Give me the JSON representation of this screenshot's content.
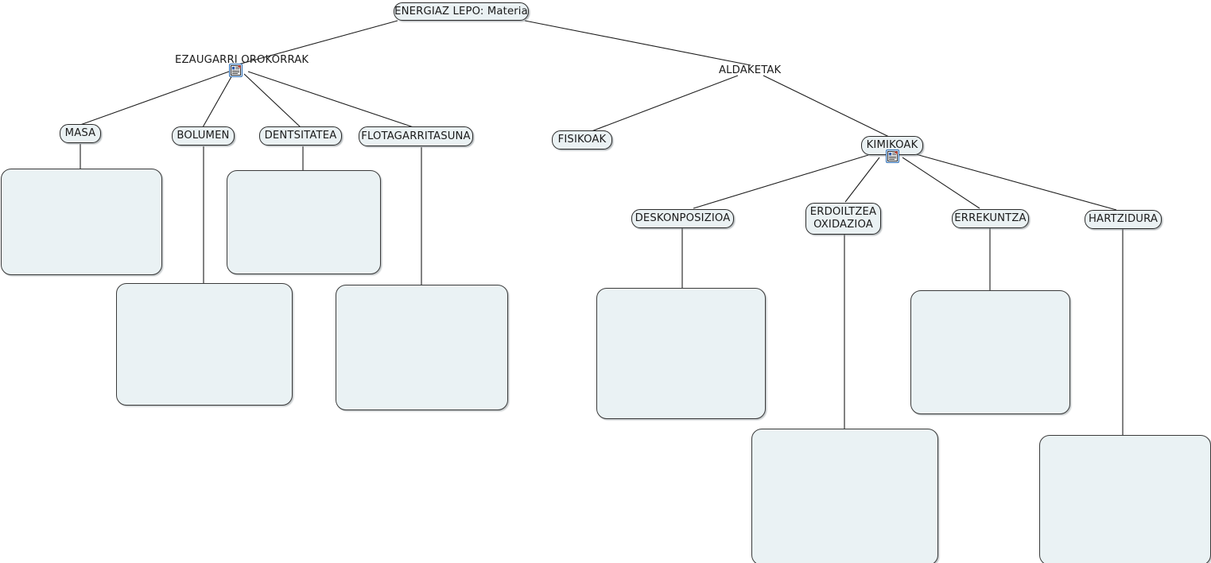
{
  "diagram": {
    "title": "ENERGIAZ LEPO: Materia",
    "type": "concept-map",
    "language": "eu",
    "background_color": "#ffffff",
    "node_fill": "#eaf1f3",
    "node_border": "#2b2b2b",
    "content_box_fill": "#eaf2f4",
    "content_box_border": "#3a3a3a",
    "text_color": "#1a1a1a"
  },
  "nodes": {
    "root": {
      "label": "ENERGIAZ LEPO: Materia"
    },
    "ezaugarri": {
      "label": "EZAUGARRI OROKORRAK"
    },
    "aldaketak": {
      "label": "ALDAKETAK"
    },
    "masa": {
      "label": "MASA"
    },
    "bolumen": {
      "label": "BOLUMEN"
    },
    "dentsitatea": {
      "label": "DENTSITATEA"
    },
    "flotagarritasuna": {
      "label": "FLOTAGARRITASUNA"
    },
    "fisikoak": {
      "label": "FISIKOAK"
    },
    "kimikoak": {
      "label": "KIMIKOAK"
    },
    "deskonposizioa": {
      "label": "DESKONPOSIZIOA"
    },
    "erdoiltzea": {
      "label": "ERDOILTZEA\nOXIDAZIOA"
    },
    "errekuntza": {
      "label": "ERREKUNTZA"
    },
    "hartzidura": {
      "label": "HARTZIDURA"
    }
  },
  "icons": {
    "ezaugarri_note": "note-document-icon",
    "kimikoak_note": "note-document-icon"
  },
  "content_boxes": [
    {
      "id": "box-masa",
      "parent": "masa",
      "text": ""
    },
    {
      "id": "box-bolumen",
      "parent": "bolumen",
      "text": ""
    },
    {
      "id": "box-dentsitatea",
      "parent": "dentsitatea",
      "text": ""
    },
    {
      "id": "box-flotagarritasuna",
      "parent": "flotagarritasuna",
      "text": ""
    },
    {
      "id": "box-deskonposizioa",
      "parent": "deskonposizioa",
      "text": ""
    },
    {
      "id": "box-erdoiltzea",
      "parent": "erdoiltzea",
      "text": ""
    },
    {
      "id": "box-errekuntza",
      "parent": "errekuntza",
      "text": ""
    },
    {
      "id": "box-hartzidura",
      "parent": "hartzidura",
      "text": ""
    }
  ],
  "edges": [
    {
      "from": "root",
      "to": "ezaugarri"
    },
    {
      "from": "root",
      "to": "aldaketak"
    },
    {
      "from": "ezaugarri",
      "to": "masa"
    },
    {
      "from": "ezaugarri",
      "to": "bolumen"
    },
    {
      "from": "ezaugarri",
      "to": "dentsitatea"
    },
    {
      "from": "ezaugarri",
      "to": "flotagarritasuna"
    },
    {
      "from": "aldaketak",
      "to": "fisikoak"
    },
    {
      "from": "aldaketak",
      "to": "kimikoak"
    },
    {
      "from": "kimikoak",
      "to": "deskonposizioa"
    },
    {
      "from": "kimikoak",
      "to": "erdoiltzea"
    },
    {
      "from": "kimikoak",
      "to": "errekuntza"
    },
    {
      "from": "kimikoak",
      "to": "hartzidura"
    },
    {
      "from": "masa",
      "to": "box-masa"
    },
    {
      "from": "bolumen",
      "to": "box-bolumen"
    },
    {
      "from": "dentsitatea",
      "to": "box-dentsitatea"
    },
    {
      "from": "flotagarritasuna",
      "to": "box-flotagarritasuna"
    },
    {
      "from": "deskonposizioa",
      "to": "box-deskonposizioa"
    },
    {
      "from": "erdoiltzea",
      "to": "box-erdoiltzea"
    },
    {
      "from": "errekuntza",
      "to": "box-errekuntza"
    },
    {
      "from": "hartzidura",
      "to": "box-hartzidura"
    }
  ]
}
